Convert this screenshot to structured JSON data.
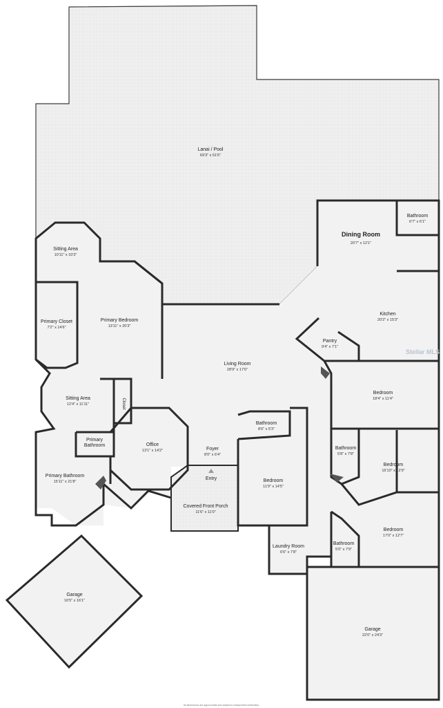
{
  "colors": {
    "wall": "#2a2a2a",
    "interior": "#f2f2f2",
    "outdoor": "#efefef",
    "watermark": "#b9c4cf"
  },
  "rooms": [
    {
      "id": "lanai",
      "name": "Lanai / Pool",
      "dims": "69'3\" x 51'6\""
    },
    {
      "id": "dining",
      "name": "Dining Room",
      "dims": "20'7\" x 12'1\""
    },
    {
      "id": "bath-top",
      "name": "Bathroom",
      "dims": "6'7\" x 6'1\""
    },
    {
      "id": "sitting-top",
      "name": "Sitting Area",
      "dims": "10'11\" x 10'3\""
    },
    {
      "id": "primary-closet",
      "name": "Primary Closet",
      "dims": "7'2\" x 14'6\""
    },
    {
      "id": "primary-bedroom",
      "name": "Primary Bedroom",
      "dims": "13'11\" x 20'3\""
    },
    {
      "id": "kitchen",
      "name": "Kitchen",
      "dims": "20'2\" x 15'3\""
    },
    {
      "id": "pantry",
      "name": "Pantry",
      "dims": "9'4\" x 7'1\""
    },
    {
      "id": "living",
      "name": "Living Room",
      "dims": "28'9\" x 17'0\""
    },
    {
      "id": "sitting-mid",
      "name": "Sitting Area",
      "dims": "12'4\" x 11'11\""
    },
    {
      "id": "closet",
      "name": "Closet",
      "dims": ""
    },
    {
      "id": "bedroom-1",
      "name": "Bedroom",
      "dims": "18'4\" x 11'4\""
    },
    {
      "id": "bath-mid",
      "name": "Bathroom",
      "dims": "8'6\" x 5'3\""
    },
    {
      "id": "primary-bath-small",
      "name": "Primary\nBathroom",
      "dims": ""
    },
    {
      "id": "office",
      "name": "Office",
      "dims": "13'1\" x 14'2\""
    },
    {
      "id": "foyer",
      "name": "Foyer",
      "dims": "8'0\" x 6'4\""
    },
    {
      "id": "bath-right",
      "name": "Bathroom",
      "dims": "5'8\" x 7'8\""
    },
    {
      "id": "bedroom-2",
      "name": "Bedroom",
      "dims": "16'10\" x 12'9\""
    },
    {
      "id": "primary-bath",
      "name": "Primary Bathroom",
      "dims": "15'11\" x 21'8\""
    },
    {
      "id": "entry",
      "name": "Entry",
      "dims": ""
    },
    {
      "id": "bedroom-3",
      "name": "Bedroom",
      "dims": "11'9\" x 14'5\""
    },
    {
      "id": "porch",
      "name": "Covered Front Porch",
      "dims": "11'6\" x 11'0\""
    },
    {
      "id": "bedroom-4",
      "name": "Bedroom",
      "dims": "17'0\" x 12'7\""
    },
    {
      "id": "laundry",
      "name": "Laundry Room",
      "dims": "6'6\" x 7'8\""
    },
    {
      "id": "bath-low",
      "name": "Bathroom",
      "dims": "5'0\" x 7'9\""
    },
    {
      "id": "garage-left",
      "name": "Garage",
      "dims": "16'5\" x 16'1\""
    },
    {
      "id": "garage-right",
      "name": "Garage",
      "dims": "22'0\" x 24'3\""
    }
  ],
  "watermark": "Stellar MLS",
  "footnote": "All dimensions are approximate and subject to independent verification."
}
